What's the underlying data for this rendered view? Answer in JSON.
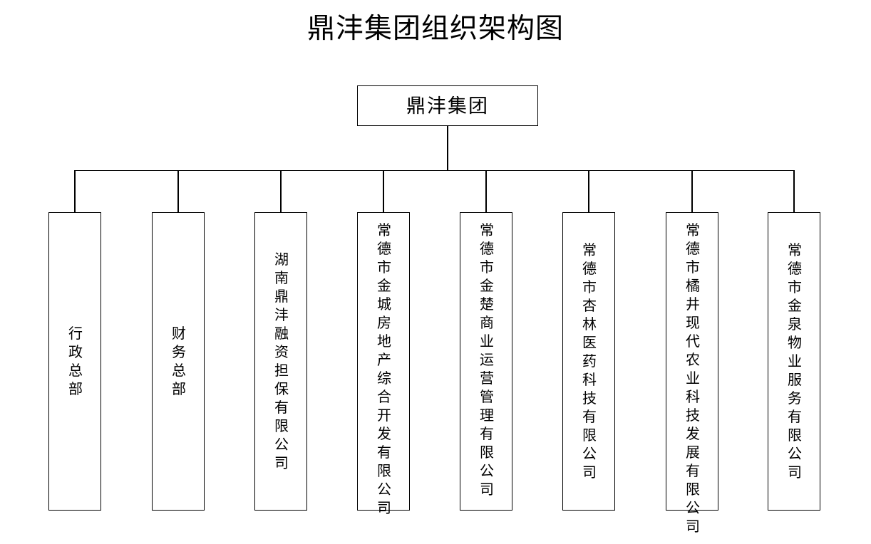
{
  "document": {
    "title": "鼎沣集团组织架构图",
    "background_color": "#ffffff",
    "line_color": "#000000",
    "text_color": "#000000"
  },
  "org_chart": {
    "type": "hierarchy",
    "root": {
      "label": "鼎沣集团",
      "orientation": "horizontal"
    },
    "children": [
      {
        "label": "行政总部",
        "char_count": 4,
        "align": "center"
      },
      {
        "label": "财务总部",
        "char_count": 4,
        "align": "center"
      },
      {
        "label": "湖南鼎沣融资担保有限公司",
        "char_count": 12,
        "align": "center"
      },
      {
        "label": "常德市金城房地产综合开发有限公司",
        "char_count": 16,
        "align": "top"
      },
      {
        "label": "常德市金楚商业运营管理有限公司",
        "char_count": 15,
        "align": "top"
      },
      {
        "label": "常德市杏林医药科技有限公司",
        "char_count": 13,
        "align": "center"
      },
      {
        "label": "常德市橘井现代农业科技发展有限公司",
        "char_count": 17,
        "align": "top"
      },
      {
        "label": "常德市金泉物业服务有限公司",
        "char_count": 13,
        "align": "center"
      }
    ]
  }
}
